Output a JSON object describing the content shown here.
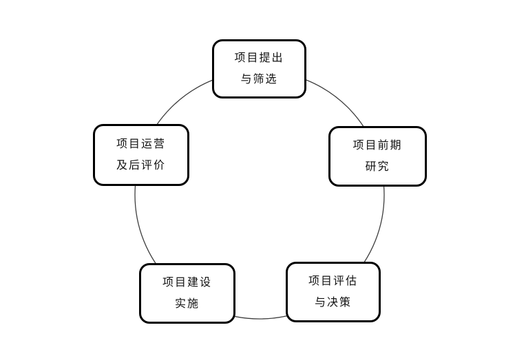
{
  "diagram": {
    "type": "cycle",
    "description": "Project lifecycle cycle diagram with five stages connected by a circle",
    "nodes": [
      {
        "id": "project-proposal-screening",
        "position": "top",
        "lines": [
          "项目提出",
          "与筛选"
        ]
      },
      {
        "id": "project-preliminary-research",
        "position": "right",
        "lines": [
          "项目前期",
          "研究"
        ]
      },
      {
        "id": "project-evaluation-decision",
        "position": "bottom-right",
        "lines": [
          "项目评估",
          "与决策"
        ]
      },
      {
        "id": "project-construction-implementation",
        "position": "bottom-left",
        "lines": [
          "项目建设",
          "实施"
        ]
      },
      {
        "id": "project-operation-post-evaluation",
        "position": "left",
        "lines": [
          "项目运营",
          "及后评价"
        ]
      }
    ],
    "colors": {
      "background": "#ffffff",
      "box_fill": "#ffffff",
      "box_border": "#000000",
      "text": "#111111",
      "circle_stroke": "#3d3d3d"
    }
  }
}
